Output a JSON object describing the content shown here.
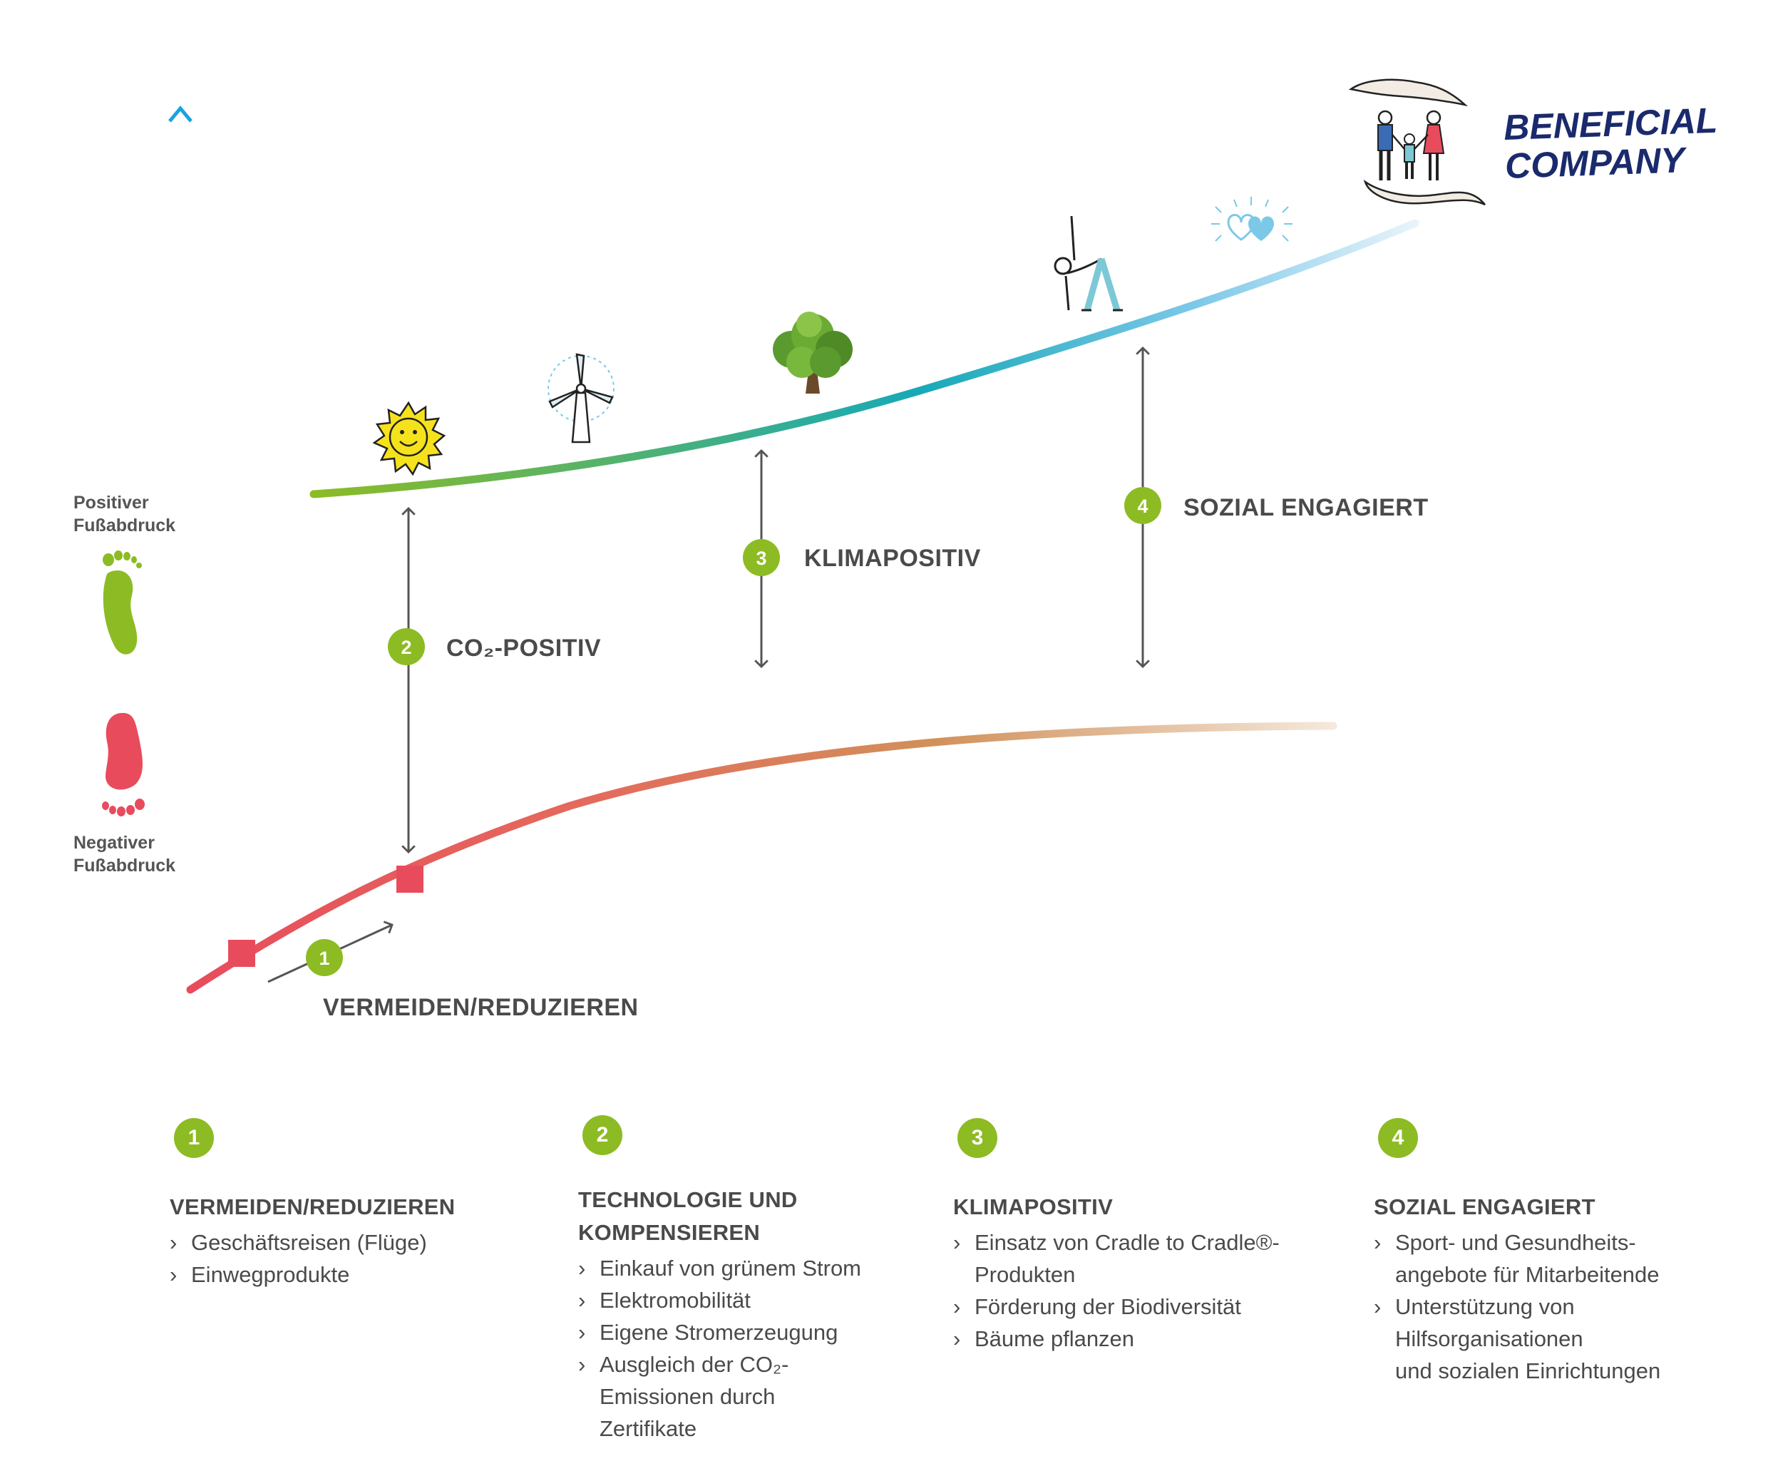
{
  "axis": {
    "positive_label": [
      "Positiver",
      "Fußabdruck"
    ],
    "negative_label": [
      "Negativer",
      "Fußabdruck"
    ]
  },
  "brand": [
    "BENEFICIAL",
    "COMPANY"
  ],
  "stages": [
    {
      "num": "1",
      "label": "VERMEIDEN/REDUZIEREN"
    },
    {
      "num": "2",
      "label": "CO₂-POSITIV"
    },
    {
      "num": "3",
      "label": "KLIMAPOSITIV"
    },
    {
      "num": "4",
      "label": "SOZIAL ENGAGIERT"
    }
  ],
  "icons": [
    "sun-icon",
    "wind-turbine-icon",
    "tree-icon",
    "yoga-woman-icon",
    "hearts-icon",
    "family-in-hands-icon",
    "green-footprint-icon",
    "red-footprint-icon"
  ],
  "colors": {
    "badge": "#8dbb24",
    "negative_curve": "#e84c5c",
    "positive_curve_start": "#8dbb24",
    "positive_curve_mid": "#17a9b8",
    "axis_top": "#1aa3de",
    "brand": "#1a2a6c",
    "arrow": "#555555"
  },
  "legend": [
    {
      "num": "1",
      "title": "VERMEIDEN/REDUZIEREN",
      "items": [
        "Geschäftsreisen (Flüge)",
        "Einwegprodukte"
      ]
    },
    {
      "num": "2",
      "title": "TECHNOLOGIE UND\nKOMPENSIEREN",
      "items": [
        "Einkauf von grünem Strom",
        "Elektromobilität",
        "Eigene Stromerzeugung",
        "Ausgleich der CO₂-\nEmissionen durch\nZertifikate"
      ]
    },
    {
      "num": "3",
      "title": "KLIMAPOSITIV",
      "items": [
        "Einsatz von Cradle to Cradle®-\nProdukten",
        "Förderung der Biodiversität",
        "Bäume pflanzen"
      ]
    },
    {
      "num": "4",
      "title": "SOZIAL ENGAGIERT",
      "items": [
        "Sport- und Gesundheits-\nangebote für Mitarbeitende",
        "Unterstützung von\nHilfsorganisationen\nund sozialen Einrichtungen"
      ]
    }
  ]
}
